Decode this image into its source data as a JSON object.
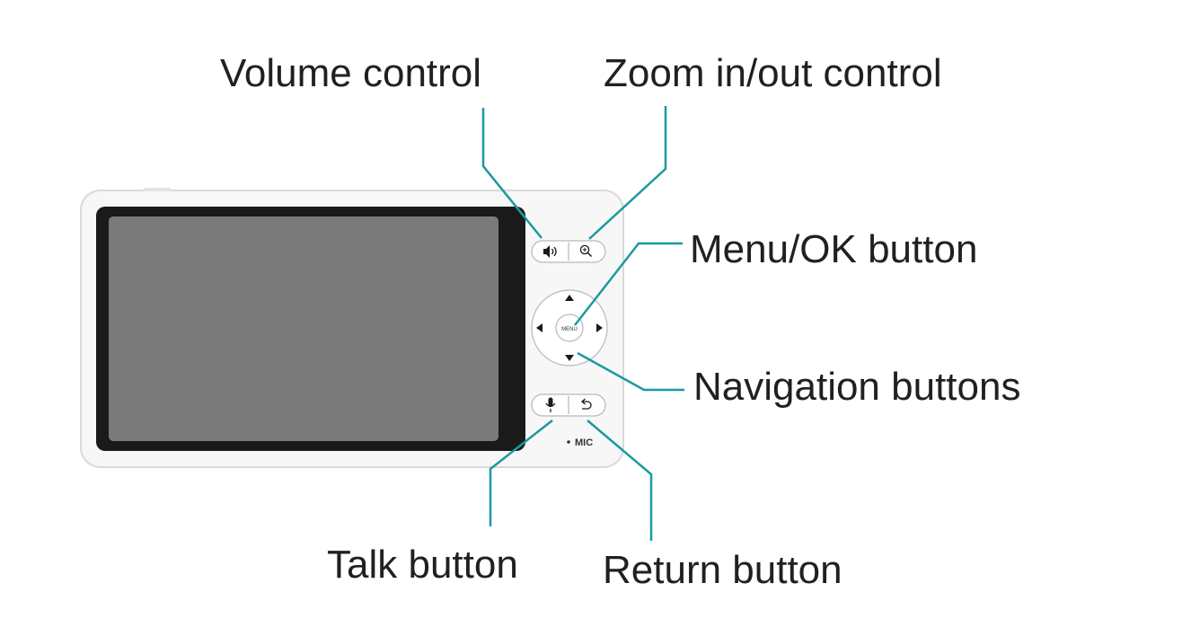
{
  "callouts": {
    "volume": "Volume control",
    "zoom": "Zoom in/out control",
    "menu_ok": "Menu/OK button",
    "navigation": "Navigation buttons",
    "talk": "Talk button",
    "return": "Return button"
  },
  "device": {
    "center_button_label": "MENU",
    "mic_label": "MIC"
  },
  "colors": {
    "leader_lines": "#1b9aa0",
    "text": "#231f20",
    "device_body": "#f7f7f7",
    "screen_bezel": "#1a1a1a",
    "screen": "#7a7a7a"
  },
  "icons": {
    "volume": "speaker-icon",
    "zoom": "magnifier-icon",
    "talk": "microphone-icon",
    "return": "return-arrow-icon",
    "nav_up": "arrow-up-icon",
    "nav_down": "arrow-down-icon",
    "nav_left": "arrow-left-icon",
    "nav_right": "arrow-right-icon"
  }
}
